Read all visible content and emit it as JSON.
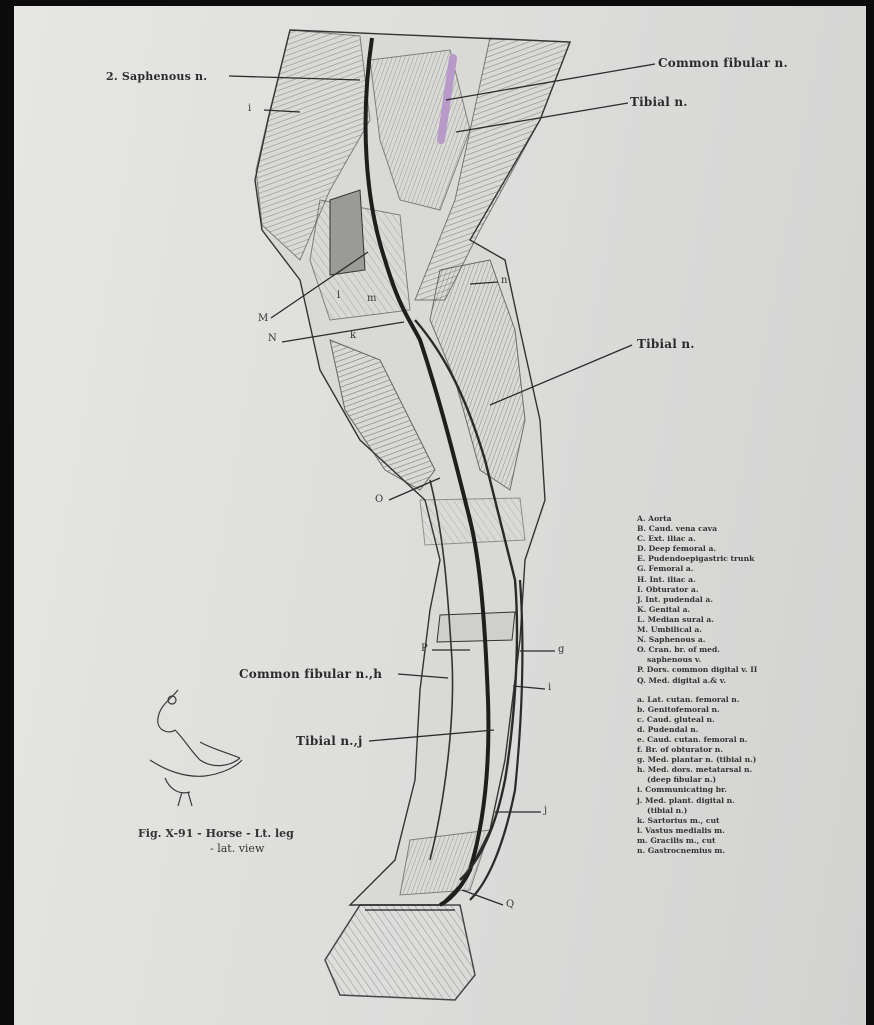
{
  "callouts": {
    "saphenous": "2. Saphenous n.",
    "common_fibular_top": "Common fibular n.",
    "tibial_top": "Tibial n.",
    "tibial_mid": "Tibial n.",
    "common_fibular_h": "Common fibular n.,h",
    "tibial_j": "Tibial n.,j"
  },
  "letters": {
    "i_top": "i",
    "n": "n",
    "M": "M",
    "N": "N",
    "l": "l",
    "m": "m",
    "k": "k",
    "O": "O",
    "P": "P",
    "g": "g",
    "i_mid": "i",
    "j": "j",
    "Q": "Q"
  },
  "legend": {
    "group1": [
      "A. Aorta",
      "B. Caud. vena cava",
      "C. Ext. iliac a.",
      "D. Deep femoral a.",
      "E. Pudendoepigastric trunk",
      "G. Femoral a.",
      "H. Int. iliac a.",
      "I. Obturator a.",
      "J. Int. pudendal a.",
      "K. Genital a.",
      "L. Median sural a.",
      "M. Umbilical a.",
      "N. Saphenous a.",
      "O. Cran. br. of med.",
      "saphenous v.",
      "P. Dors. common digital v. II",
      "Q. Med. digital a.& v."
    ],
    "group2": [
      "a. Lat. cutan. femoral n.",
      "b. Genitofemoral n.",
      "c. Caud. gluteal n.",
      "d. Pudendal n.",
      "e. Caud. cutan. femoral n.",
      "f. Br. of obturator n.",
      "g. Med. plantar n. (tibial n.)",
      "h. Med. dors. metatarsal n.",
      "(deep fibular n.)",
      "i. Communicating br.",
      "j. Med. plant. digital n.",
      "(tibial n.)",
      "k. Sartorius m., cut",
      "l. Vastus medialis m.",
      "m. Gracilis m., cut",
      "n. Gastrocnemius m."
    ]
  },
  "caption": {
    "line1": "Fig. X-91 - Horse - Lt. leg",
    "line2": "- lat. view"
  },
  "colors": {
    "nerve_highlight": "#b79ac8",
    "ink": "#2b2b2b",
    "paper": "#e2e2e0"
  }
}
